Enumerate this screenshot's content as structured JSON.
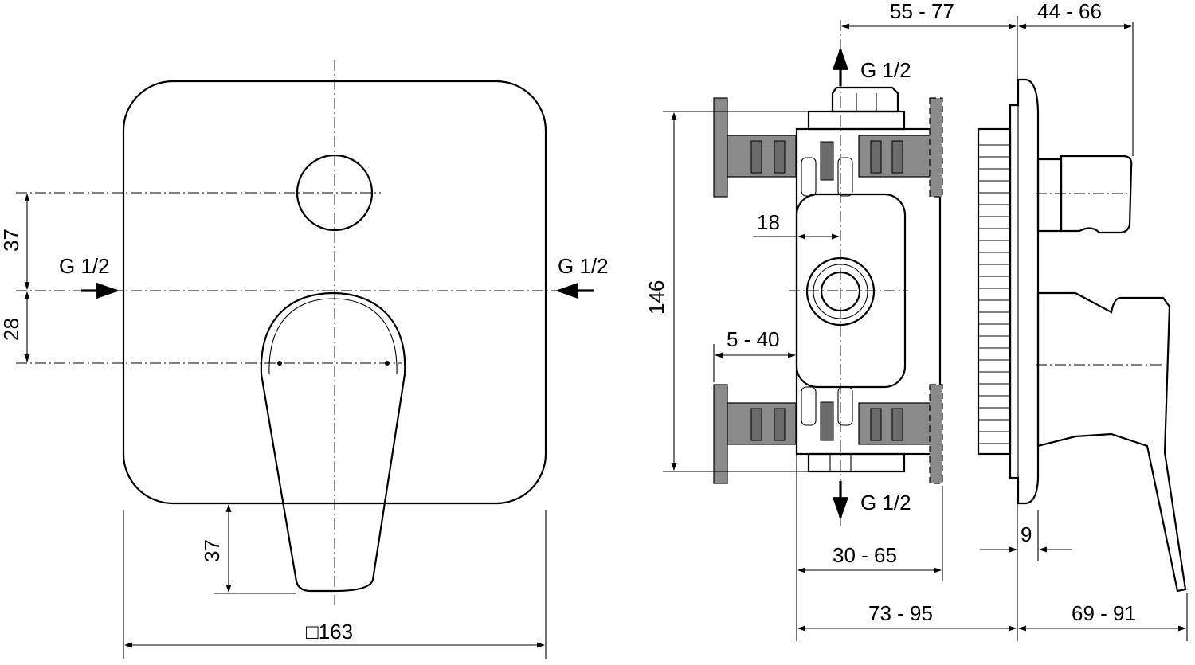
{
  "front_view": {
    "inlet_left": "G 1/2",
    "inlet_right": "G 1/2",
    "dim_37_top": "37",
    "dim_28": "28",
    "dim_37_bottom": "37",
    "dim_width": "□163"
  },
  "side_view": {
    "outlet_top": "G 1/2",
    "outlet_bottom": "G 1/2",
    "dim_55_77": "55 - 77",
    "dim_44_66": "44 - 66",
    "dim_146": "146",
    "dim_18": "18",
    "dim_5_40": "5 - 40",
    "dim_9": "9",
    "dim_30_65": "30 - 65",
    "dim_73_95": "73 - 95",
    "dim_69_91": "69 - 91"
  }
}
